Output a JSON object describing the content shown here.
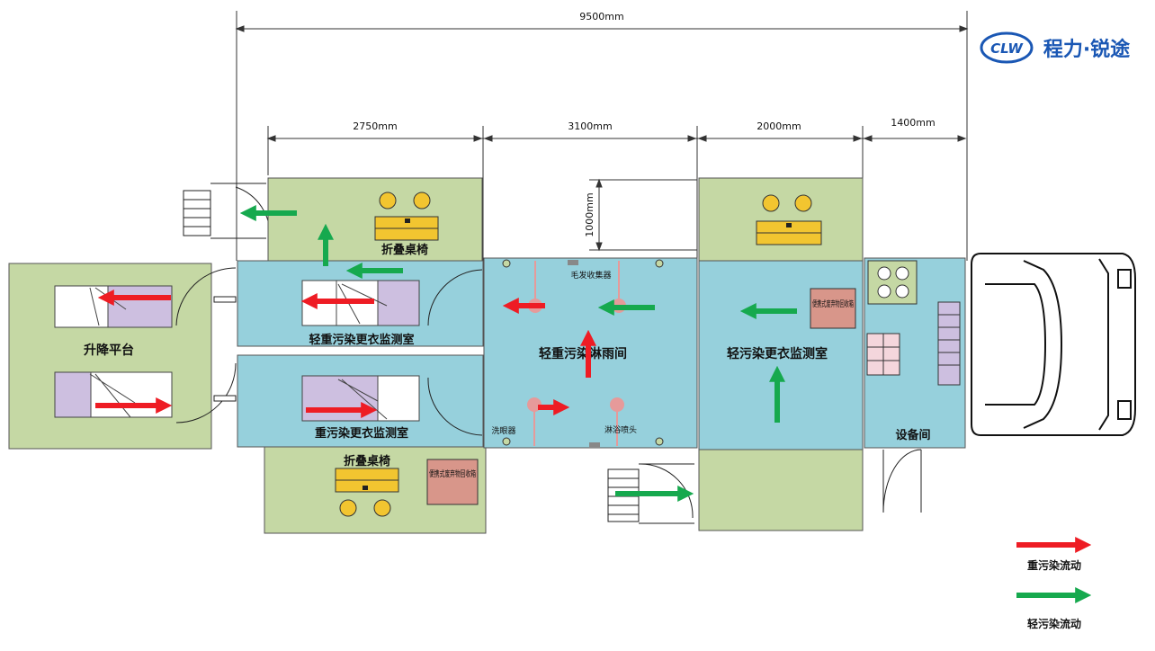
{
  "logo": {
    "mark": "CLW",
    "brand": "程力·锐途"
  },
  "dimensions": {
    "total": "9500mm",
    "seg1": "2750mm",
    "seg2": "3100mm",
    "seg3": "2000mm",
    "seg4": "1400mm",
    "vertical": "1000mm"
  },
  "rooms": {
    "lift_platform": "升降平台",
    "heavy_room_top": "轻重污染更衣监测室",
    "heavy_room_bottom": "重污染更衣监测室",
    "shower_room": "轻重污染淋雨间",
    "light_room": "轻污染更衣监测室",
    "equipment_room": "设备间"
  },
  "furniture": {
    "folding_table_top": "折叠桌椅",
    "folding_table_bottom": "折叠桌椅"
  },
  "fixtures": {
    "hair_collector": "毛发收集器",
    "eye_washer": "洗眼器",
    "shower_head": "淋浴喷头",
    "waste_bin_1": "便携式废弃物回收箱",
    "waste_bin_2": "便携式废弃物回收箱"
  },
  "legend": {
    "heavy": "重污染流动",
    "light": "轻污染流动"
  },
  "colors": {
    "room_blue": "#96d0dc",
    "area_green": "#c5d8a4",
    "heavy_arrow": "#ee1c24",
    "light_arrow": "#16a94e",
    "bin": "#d8968a",
    "table": "#f2c530",
    "bed": "#cdbfe0"
  }
}
